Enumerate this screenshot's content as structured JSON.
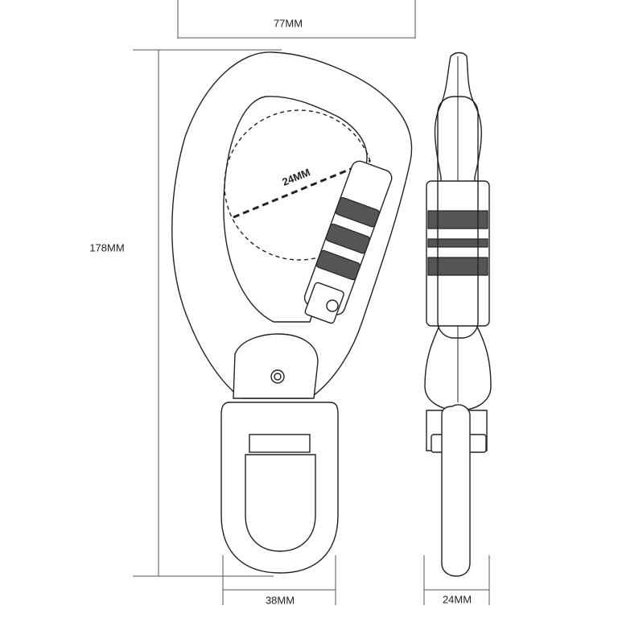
{
  "dimensions": {
    "width_top": "77MM",
    "height_left": "178MM",
    "gate_opening": "24MM",
    "eye_width": "38MM",
    "thickness": "24MM"
  },
  "colors": {
    "line": "#222222",
    "dimension_line": "#555555",
    "knurl": "#555555"
  }
}
